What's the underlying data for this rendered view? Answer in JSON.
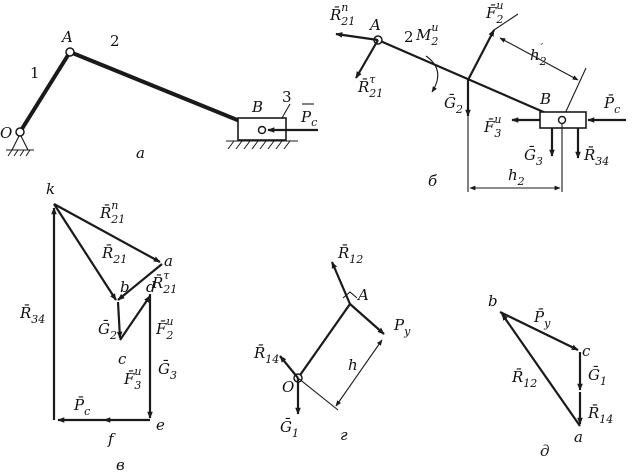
{
  "panels": {
    "a": {
      "caption": "а",
      "points": {
        "O": "O",
        "A": "A",
        "B": "B"
      },
      "links": {
        "one": "1",
        "two": "2",
        "three": "3"
      },
      "force": {
        "sym": "P",
        "sub": "с"
      }
    },
    "b": {
      "caption": "б",
      "points": {
        "A": "A",
        "B": "B"
      },
      "link": "2",
      "R21n": {
        "sym": "R",
        "sub": "21",
        "sup": "n"
      },
      "R21t": {
        "sym": "R",
        "sub": "21",
        "sup": "τ"
      },
      "M2": {
        "sym": "M",
        "sub": "2",
        "sup": "и"
      },
      "F2": {
        "sym": "F",
        "sub": "2",
        "sup": "и"
      },
      "F3": {
        "sym": "F",
        "sub": "3",
        "sup": "и"
      },
      "G2": {
        "sym": "G",
        "sub": "2"
      },
      "G3": {
        "sym": "G",
        "sub": "3"
      },
      "R34": {
        "sym": "R",
        "sub": "34"
      },
      "Pc": {
        "sym": "P",
        "sub": "с"
      },
      "h2p": {
        "sym": "h",
        "sub": "2",
        "sup": "′"
      },
      "h2": {
        "sym": "h",
        "sub": "2"
      }
    },
    "v": {
      "caption": "в",
      "points": {
        "k": "k",
        "a": "a",
        "b": "b",
        "c": "c",
        "d": "d",
        "e": "e",
        "f": "f"
      },
      "R21n": {
        "sym": "R",
        "sub": "21",
        "sup": "n"
      },
      "R21": {
        "sym": "R",
        "sub": "21"
      },
      "R21t": {
        "sym": "R",
        "sub": "21",
        "sup": "τ"
      },
      "R34": {
        "sym": "R",
        "sub": "34"
      },
      "G2": {
        "sym": "G",
        "sub": "2"
      },
      "F2": {
        "sym": "F",
        "sub": "2",
        "sup": "и"
      },
      "G3": {
        "sym": "G",
        "sub": "3"
      },
      "F3": {
        "sym": "F",
        "sub": "3",
        "sup": "и"
      },
      "Pc": {
        "sym": "P",
        "sub": "с"
      }
    },
    "g": {
      "caption": "г",
      "points": {
        "A": "A",
        "O": "O"
      },
      "R12": {
        "sym": "R",
        "sub": "12"
      },
      "R14": {
        "sym": "R",
        "sub": "14"
      },
      "G1": {
        "sym": "G",
        "sub": "1"
      },
      "Py": {
        "sym": "P",
        "sub": "у"
      },
      "h": "h"
    },
    "d": {
      "caption": "д",
      "points": {
        "a": "a",
        "b": "b",
        "c": "c"
      },
      "Py": {
        "sym": "P",
        "sub": "у"
      },
      "R12": {
        "sym": "R",
        "sub": "12"
      },
      "G1": {
        "sym": "G",
        "sub": "1"
      },
      "R14": {
        "sym": "R",
        "sub": "14"
      }
    }
  }
}
